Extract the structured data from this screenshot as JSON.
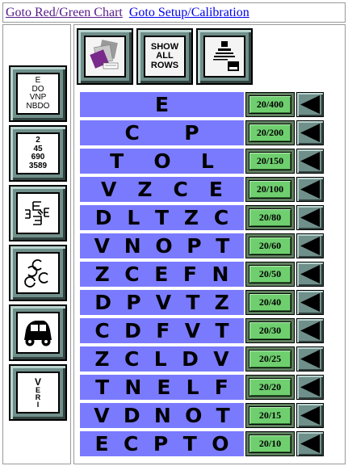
{
  "top_links": {
    "red_green": "Goto Red/Green Chart",
    "setup": "Goto Setup/Calibration"
  },
  "side_buttons": [
    {
      "name": "letters-chart-button",
      "lines": [
        "E",
        "DO",
        "VNP",
        "NBDO"
      ]
    },
    {
      "name": "numbers-chart-button",
      "lines": [
        "2",
        "45",
        "690",
        "3589"
      ]
    },
    {
      "name": "tumbling-e-chart-button",
      "icon": "tumbling-e-icon"
    },
    {
      "name": "landolt-c-chart-button",
      "icon": "landolt-c-icon"
    },
    {
      "name": "pictures-chart-button",
      "icon": "car-icon"
    },
    {
      "name": "single-letter-button",
      "lines": [
        "V",
        "E",
        "R",
        "I"
      ]
    }
  ],
  "top_buttons": [
    {
      "name": "color-test-button",
      "icon": "color-cards-icon"
    },
    {
      "name": "show-all-rows-button",
      "lines": [
        "SHOW",
        "ALL",
        "ROWS"
      ]
    },
    {
      "name": "mini-chart-button",
      "icon": "mini-chart-icon"
    }
  ],
  "rows": [
    {
      "letters": [
        "E"
      ],
      "acuity": "20/400"
    },
    {
      "letters": [
        "C",
        "P"
      ],
      "acuity": "20/200"
    },
    {
      "letters": [
        "T",
        "O",
        "L"
      ],
      "acuity": "20/150"
    },
    {
      "letters": [
        "V",
        "Z",
        "C",
        "E"
      ],
      "acuity": "20/100"
    },
    {
      "letters": [
        "D",
        "L",
        "T",
        "Z",
        "C"
      ],
      "acuity": "20/80"
    },
    {
      "letters": [
        "V",
        "N",
        "O",
        "P",
        "T"
      ],
      "acuity": "20/60"
    },
    {
      "letters": [
        "Z",
        "C",
        "E",
        "F",
        "N"
      ],
      "acuity": "20/50"
    },
    {
      "letters": [
        "D",
        "P",
        "V",
        "T",
        "Z"
      ],
      "acuity": "20/40"
    },
    {
      "letters": [
        "C",
        "D",
        "F",
        "V",
        "T"
      ],
      "acuity": "20/30"
    },
    {
      "letters": [
        "Z",
        "C",
        "L",
        "D",
        "V"
      ],
      "acuity": "20/25"
    },
    {
      "letters": [
        "T",
        "N",
        "E",
        "L",
        "F"
      ],
      "acuity": "20/20"
    },
    {
      "letters": [
        "V",
        "D",
        "N",
        "O",
        "T"
      ],
      "acuity": "20/15"
    },
    {
      "letters": [
        "E",
        "C",
        "P",
        "T",
        "O"
      ],
      "acuity": "20/10"
    }
  ],
  "colors": {
    "letter_band": "#7a7aff",
    "acuity_button": "#6fcf6f",
    "bevel": "#6f8f8a"
  }
}
